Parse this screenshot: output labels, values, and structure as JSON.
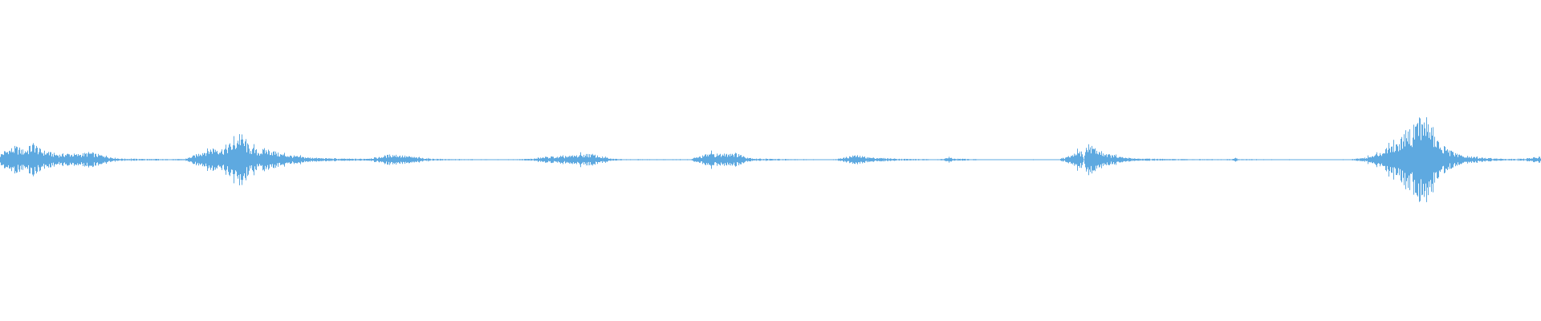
{
  "waveform": {
    "color": "#5ea9e0",
    "background": "#ffffff",
    "envelope": [
      [
        0,
        0.05
      ],
      [
        5,
        0.08
      ],
      [
        12,
        0.1
      ],
      [
        20,
        0.12
      ],
      [
        28,
        0.09
      ],
      [
        36,
        0.11
      ],
      [
        42,
        0.16
      ],
      [
        48,
        0.1
      ],
      [
        55,
        0.08
      ],
      [
        65,
        0.06
      ],
      [
        75,
        0.05
      ],
      [
        85,
        0.06
      ],
      [
        95,
        0.05
      ],
      [
        105,
        0.06
      ],
      [
        112,
        0.07
      ],
      [
        120,
        0.05
      ],
      [
        130,
        0.04
      ],
      [
        140,
        0.02
      ],
      [
        150,
        0.01
      ],
      [
        170,
        0.008
      ],
      [
        200,
        0.005
      ],
      [
        230,
        0.006
      ],
      [
        245,
        0.05
      ],
      [
        252,
        0.08
      ],
      [
        260,
        0.1
      ],
      [
        268,
        0.12
      ],
      [
        276,
        0.1
      ],
      [
        284,
        0.14
      ],
      [
        292,
        0.16
      ],
      [
        298,
        0.26
      ],
      [
        304,
        0.18
      ],
      [
        310,
        0.12
      ],
      [
        316,
        0.1
      ],
      [
        322,
        0.08
      ],
      [
        330,
        0.1
      ],
      [
        338,
        0.09
      ],
      [
        346,
        0.06
      ],
      [
        354,
        0.05
      ],
      [
        362,
        0.04
      ],
      [
        372,
        0.03
      ],
      [
        385,
        0.02
      ],
      [
        400,
        0.015
      ],
      [
        420,
        0.01
      ],
      [
        450,
        0.008
      ],
      [
        470,
        0.02
      ],
      [
        480,
        0.04
      ],
      [
        490,
        0.05
      ],
      [
        500,
        0.04
      ],
      [
        510,
        0.03
      ],
      [
        520,
        0.02
      ],
      [
        535,
        0.01
      ],
      [
        560,
        0.005
      ],
      [
        600,
        0.004
      ],
      [
        640,
        0.004
      ],
      [
        665,
        0.01
      ],
      [
        675,
        0.02
      ],
      [
        685,
        0.03
      ],
      [
        695,
        0.025
      ],
      [
        705,
        0.03
      ],
      [
        715,
        0.04
      ],
      [
        728,
        0.05
      ],
      [
        738,
        0.05
      ],
      [
        748,
        0.03
      ],
      [
        760,
        0.01
      ],
      [
        780,
        0.005
      ],
      [
        820,
        0.004
      ],
      [
        860,
        0.004
      ],
      [
        872,
        0.03
      ],
      [
        880,
        0.05
      ],
      [
        888,
        0.06
      ],
      [
        896,
        0.05
      ],
      [
        904,
        0.06
      ],
      [
        912,
        0.07
      ],
      [
        920,
        0.05
      ],
      [
        928,
        0.03
      ],
      [
        940,
        0.01
      ],
      [
        980,
        0.005
      ],
      [
        1040,
        0.004
      ],
      [
        1058,
        0.03
      ],
      [
        1066,
        0.04
      ],
      [
        1075,
        0.03
      ],
      [
        1085,
        0.02
      ],
      [
        1100,
        0.015
      ],
      [
        1115,
        0.01
      ],
      [
        1140,
        0.006
      ],
      [
        1170,
        0.004
      ],
      [
        1182,
        0.02
      ],
      [
        1188,
        0.01
      ],
      [
        1220,
        0.004
      ],
      [
        1300,
        0.003
      ],
      [
        1310,
        0.004
      ],
      [
        1320,
        0.002
      ],
      [
        1350,
        0.003
      ],
      [
        1315,
        0.002
      ],
      [
        1318,
        0.003
      ],
      [
        1322,
        0.02
      ],
      [
        1326,
        0.01
      ],
      [
        1330,
        0.03
      ],
      [
        1336,
        0.04
      ],
      [
        1342,
        0.07
      ],
      [
        1348,
        0.08
      ],
      [
        1353,
        0.12
      ],
      [
        1358,
        0.15
      ],
      [
        1364,
        0.1
      ],
      [
        1370,
        0.08
      ],
      [
        1378,
        0.06
      ],
      [
        1385,
        0.04
      ],
      [
        1392,
        0.03
      ],
      [
        1400,
        0.02
      ],
      [
        1420,
        0.01
      ],
      [
        1460,
        0.006
      ],
      [
        1520,
        0.004
      ],
      [
        1535,
        0.006
      ],
      [
        1538,
        0.02
      ],
      [
        1542,
        0.006
      ],
      [
        1580,
        0.004
      ],
      [
        1640,
        0.003
      ],
      [
        1680,
        0.004
      ],
      [
        1690,
        0.01
      ],
      [
        1700,
        0.02
      ],
      [
        1712,
        0.04
      ],
      [
        1722,
        0.08
      ],
      [
        1730,
        0.14
      ],
      [
        1736,
        0.18
      ],
      [
        1740,
        0.15
      ],
      [
        1746,
        0.22
      ],
      [
        1750,
        0.28
      ],
      [
        1754,
        0.36
      ],
      [
        1758,
        0.2
      ],
      [
        1761,
        0.26
      ],
      [
        1764,
        0.48
      ],
      [
        1766,
        0.36
      ],
      [
        1768,
        0.52
      ],
      [
        1770,
        0.4
      ],
      [
        1773,
        0.3
      ],
      [
        1777,
        0.42
      ],
      [
        1781,
        0.36
      ],
      [
        1786,
        0.22
      ],
      [
        1792,
        0.16
      ],
      [
        1798,
        0.12
      ],
      [
        1804,
        0.09
      ],
      [
        1812,
        0.06
      ],
      [
        1820,
        0.04
      ],
      [
        1830,
        0.03
      ],
      [
        1845,
        0.02
      ],
      [
        1860,
        0.01
      ],
      [
        1880,
        0.008
      ],
      [
        1900,
        0.01
      ],
      [
        1910,
        0.02
      ],
      [
        1916,
        0.03
      ],
      [
        1920,
        0.02
      ]
    ]
  }
}
